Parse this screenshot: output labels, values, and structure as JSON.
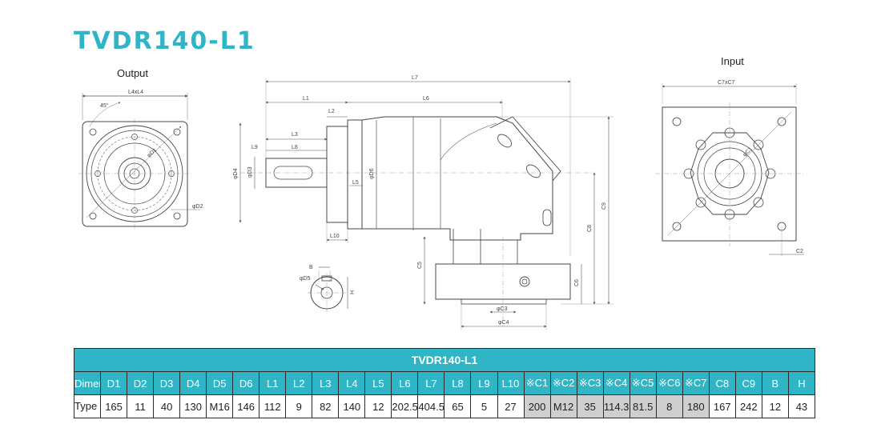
{
  "title": "TVDR140-L1",
  "views": {
    "output_label": "Output",
    "input_label": "Input"
  },
  "drawing_labels": {
    "l4xl4": "L4xL4",
    "angle": "45°",
    "d1": "φD1",
    "d2": "φD2",
    "l7": "L7",
    "l1": "L1",
    "l6": "L6",
    "l2": "L2",
    "l3": "L3",
    "l9": "L9",
    "l8": "L8",
    "d4": "φD4",
    "d3": "φD3",
    "d6": "φD6",
    "l5": "L5",
    "l10": "L10",
    "c8": "C8",
    "c9": "C9",
    "c5": "C5",
    "c6": "C6",
    "c3": "φC3",
    "c4": "φC4",
    "c7xc7": "C7xC7",
    "c1": "φC1",
    "c2": "C2",
    "b": "B",
    "d5": "φD5",
    "h": "H"
  },
  "table": {
    "title": "TVDR140-L1",
    "dimension_label": "Dimension",
    "headers": [
      "D1",
      "D2",
      "D3",
      "D4",
      "D5",
      "D6",
      "L1",
      "L2",
      "L3",
      "L4",
      "L5",
      "L6",
      "L7",
      "L8",
      "L9",
      "L10",
      "※C1",
      "※C2",
      "※C3",
      "※C4",
      "※C5",
      "※C6",
      "※C7",
      "C8",
      "C9",
      "B",
      "H"
    ],
    "row_label": "Type Ⅰ",
    "values": [
      "165",
      "11",
      "40",
      "130",
      "M16",
      "146",
      "112",
      "9",
      "82",
      "140",
      "12",
      "202.5",
      "404.5",
      "65",
      "5",
      "27",
      "200",
      "M12",
      "35",
      "114.3",
      "81.5",
      "8",
      "180",
      "167",
      "242",
      "12",
      "43"
    ],
    "grey_columns": [
      16,
      17,
      18,
      19,
      20,
      21,
      22
    ]
  },
  "colors": {
    "accent": "#2fb5c6",
    "grey_cell": "#cfcfcf",
    "line": "#555555"
  }
}
